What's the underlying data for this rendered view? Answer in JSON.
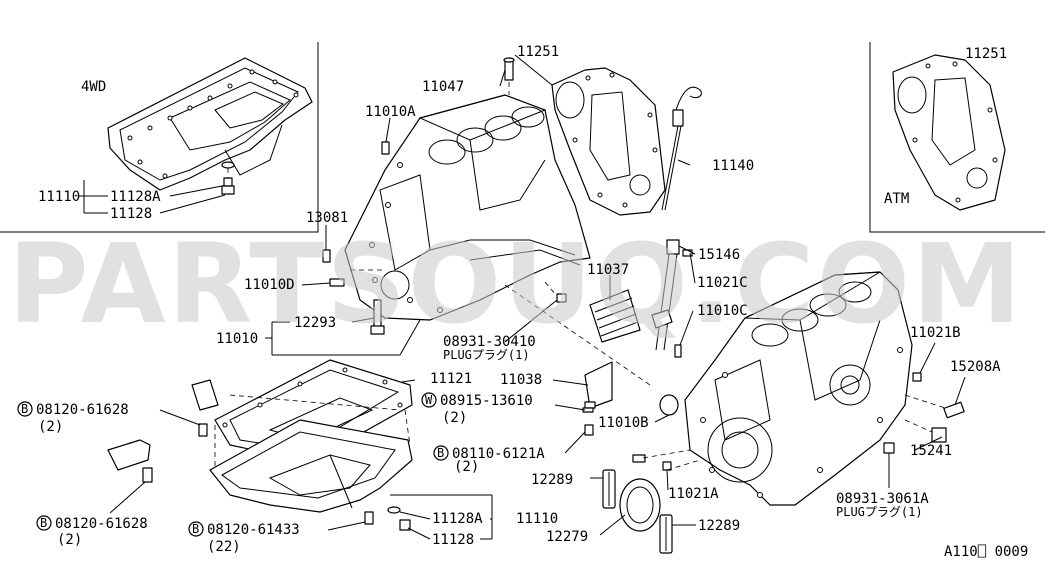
{
  "watermark": "PARTSOUQ.COM",
  "drawing_code": "A110⎕ 0009",
  "variants": {
    "fwd": "4WD",
    "atm": "ATM"
  },
  "labels": {
    "p11110_top": "11110",
    "p11128A_top": "11128A",
    "p11128_top": "11128",
    "p11047": "11047",
    "p11251": "11251",
    "p11251_atm": "11251",
    "p11010A": "11010A",
    "p11140": "11140",
    "p13081": "13081",
    "p11010D": "11010D",
    "p15146": "15146",
    "p11037": "11037",
    "p11021C": "11021C",
    "p11010": "11010",
    "p12293": "12293",
    "p11010C": "11010C",
    "p08931_30410": "08931-30410",
    "plug1": "PLUGプラグ(1)",
    "p11021B": "11021B",
    "p15208A": "15208A",
    "p11121": "11121",
    "p11038": "11038",
    "b08120_61628_a": "08120-61628",
    "b08120_61628_a_qty": "(2)",
    "w08915_13610": "08915-13610",
    "w08915_13610_qty": "(2)",
    "p11010B": "11010B",
    "b08110_6121A": "08110-6121A",
    "b08110_6121A_qty": "(2)",
    "p15241": "15241",
    "p12289_a": "12289",
    "p11021A": "11021A",
    "p08931_3061A": "08931-3061A",
    "plug2": "PLUGプラグ(1)",
    "b08120_61628_b": "08120-61628",
    "b08120_61628_b_qty": "(2)",
    "b08120_61433": "08120-61433",
    "b08120_61433_qty": "(22)",
    "p11128A_bot": "11128A",
    "p11110_bot": "11110",
    "p11128_bot": "11128",
    "p12279": "12279",
    "p12289_b": "12289",
    "bolt_marker": "B",
    "washer_marker": "W"
  }
}
